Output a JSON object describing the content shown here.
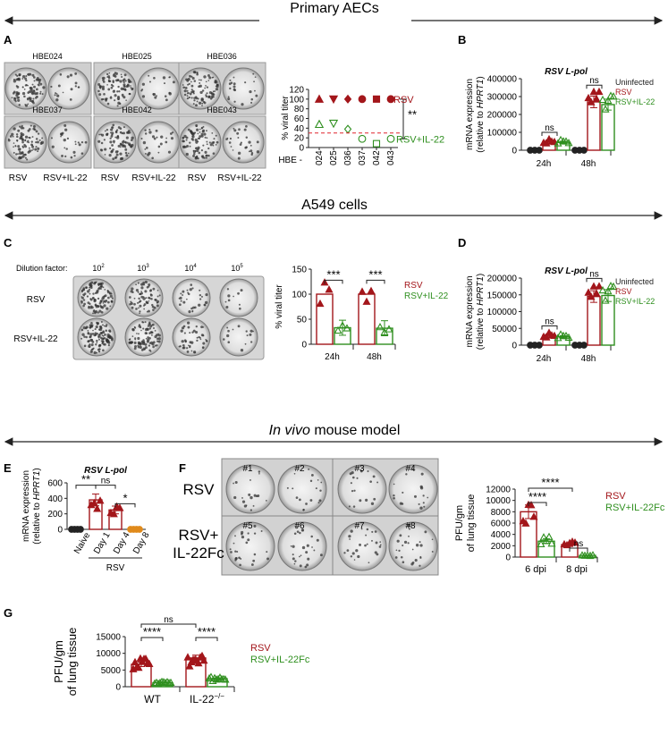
{
  "colors": {
    "rsv": "#a3161b",
    "il22": "#2f8f1f",
    "uninfected": "#222222",
    "dashed": "#e0242b",
    "orange": "#e08a1b"
  },
  "sections": {
    "primary": "Primary AECs",
    "a549": "A549 cells",
    "invivo_italic": "In vivo",
    "invivo_rest": " mouse model"
  },
  "panels": {
    "A": {
      "letter": "A",
      "wells": [
        "HBE024",
        "HBE025",
        "HBE036",
        "HBE037",
        "HBE042",
        "HBE043"
      ],
      "bottom_labels": [
        "RSV",
        "RSV+IL-22",
        "RSV",
        "RSV+IL-22",
        "RSV",
        "RSV+IL-22"
      ]
    },
    "C": {
      "letter": "C",
      "dilution_label": "Dilution factor:",
      "dilutions": [
        "10",
        "10",
        "10",
        "10"
      ],
      "dilution_exp": [
        "2",
        "3",
        "4",
        "5"
      ],
      "rows": [
        "RSV",
        "RSV+IL-22"
      ]
    },
    "F": {
      "letter": "F",
      "rows": [
        "RSV",
        "RSV+",
        "IL-22Fc"
      ],
      "wells": [
        "#1",
        "#2",
        "#3",
        "#4",
        "#5",
        "#6",
        "#7",
        "#8"
      ]
    },
    "B": {
      "letter": "B"
    },
    "D": {
      "letter": "D"
    },
    "E": {
      "letter": "E"
    },
    "G": {
      "letter": "G"
    }
  },
  "chart_data": [
    {
      "id": "A_titer",
      "type": "scatter",
      "ylabel": "% viral titer",
      "xprefix": "HBE -",
      "categories": [
        "024",
        "025",
        "036",
        "037",
        "042",
        "043"
      ],
      "ylim": [
        0,
        120
      ],
      "yticks": [
        0,
        20,
        40,
        60,
        80,
        100,
        120
      ],
      "series": [
        {
          "name": "RSV",
          "values": [
            100,
            100,
            100,
            100,
            100,
            100
          ],
          "markers": [
            "triangle",
            "triangle-down",
            "diamond",
            "circle",
            "square",
            "circle"
          ]
        },
        {
          "name": "RSV+IL-22",
          "values": [
            48,
            50,
            38,
            18,
            8,
            18
          ],
          "markers": [
            "triangle",
            "triangle-down",
            "diamond",
            "circle",
            "square",
            "circle"
          ]
        }
      ],
      "reference_line": 30,
      "significance": "**"
    },
    {
      "id": "B_lpol",
      "type": "bar",
      "title": "RSV L-pol",
      "ylabel": "mRNA expression",
      "ylabel2": "(relative to HPRT1)",
      "categories": [
        "24h",
        "48h"
      ],
      "ylim": [
        0,
        400000
      ],
      "yticks": [
        0,
        100000,
        200000,
        300000,
        400000
      ],
      "legend": [
        "Uninfected",
        "RSV",
        "RSV+IL-22"
      ],
      "series": [
        {
          "name": "Uninfected",
          "values": [
            0,
            0
          ]
        },
        {
          "name": "RSV",
          "values": [
            50000,
            270000
          ]
        },
        {
          "name": "RSV+IL-22",
          "values": [
            45000,
            255000
          ]
        }
      ],
      "significance": [
        "ns",
        "ns"
      ]
    },
    {
      "id": "C_titer",
      "type": "bar",
      "ylabel": "% viral titer",
      "categories": [
        "24h",
        "48h"
      ],
      "ylim": [
        0,
        150
      ],
      "yticks": [
        0,
        50,
        100,
        150
      ],
      "legend": [
        "RSV",
        "RSV+IL-22"
      ],
      "series": [
        {
          "name": "RSV",
          "values": [
            100,
            100
          ]
        },
        {
          "name": "RSV+IL-22",
          "values": [
            33,
            32
          ]
        }
      ],
      "significance": [
        "***",
        "***"
      ]
    },
    {
      "id": "D_lpol",
      "type": "bar",
      "title": "RSV L-pol",
      "ylabel": "mRNA expression",
      "ylabel2": "(relative to HPRT1)",
      "categories": [
        "24h",
        "48h"
      ],
      "ylim": [
        0,
        200000
      ],
      "yticks": [
        0,
        50000,
        100000,
        150000,
        200000
      ],
      "legend": [
        "Uninfected",
        "RSV",
        "RSV+IL-22"
      ],
      "series": [
        {
          "name": "Uninfected",
          "values": [
            0,
            0
          ]
        },
        {
          "name": "RSV",
          "values": [
            30000,
            145000
          ]
        },
        {
          "name": "RSV+IL-22",
          "values": [
            25000,
            148000
          ]
        }
      ],
      "significance": [
        "ns",
        "ns"
      ]
    },
    {
      "id": "E_lpol",
      "type": "bar",
      "title": "RSV L-pol",
      "ylabel": "mRNA expression",
      "ylabel2": "(relative to HPRT1)",
      "categories": [
        "Naive",
        "Day 1",
        "Day 4",
        "Day 8"
      ],
      "group_label": "RSV",
      "ylim": [
        0,
        600
      ],
      "yticks": [
        0,
        200,
        400,
        600
      ],
      "values": [
        0,
        380,
        250,
        0
      ],
      "significance": [
        "**",
        "ns",
        "*"
      ]
    },
    {
      "id": "F_pfu",
      "type": "bar",
      "ylabel": "PFU/gm",
      "ylabel2": "of lung tissue",
      "categories": [
        "6 dpi",
        "8 dpi"
      ],
      "ylim": [
        0,
        12000
      ],
      "yticks": [
        0,
        2000,
        4000,
        6000,
        8000,
        10000,
        12000
      ],
      "legend": [
        "RSV",
        "RSV+IL-22Fc"
      ],
      "series": [
        {
          "name": "RSV",
          "values": [
            8000,
            2200
          ]
        },
        {
          "name": "RSV+IL-22Fc",
          "values": [
            2800,
            300
          ]
        }
      ],
      "significance": [
        "****",
        "****",
        "ns"
      ]
    },
    {
      "id": "G_pfu",
      "type": "bar",
      "ylabel": "PFU/gm",
      "ylabel2": "of lung tissue",
      "categories": [
        "WT",
        "IL-22"
      ],
      "category_sup": [
        "",
        "−/−"
      ],
      "ylim": [
        0,
        15000
      ],
      "yticks": [
        0,
        5000,
        10000,
        15000
      ],
      "legend": [
        "RSV",
        "RSV+IL-22Fc"
      ],
      "series": [
        {
          "name": "RSV",
          "values": [
            6700,
            8600
          ]
        },
        {
          "name": "RSV+IL-22Fc",
          "values": [
            1200,
            2400
          ]
        }
      ],
      "significance": [
        "****",
        "****",
        "ns"
      ]
    }
  ]
}
